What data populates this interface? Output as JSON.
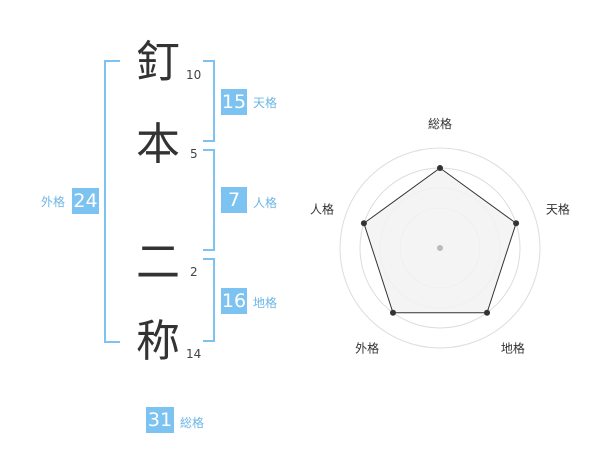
{
  "name_chars": [
    {
      "char": "釘",
      "strokes": "10"
    },
    {
      "char": "本",
      "strokes": "5"
    },
    {
      "char": "二",
      "strokes": "2"
    },
    {
      "char": "称",
      "strokes": "14"
    }
  ],
  "kaku": {
    "tenkaku": {
      "value": "15",
      "label": "天格"
    },
    "jinkaku": {
      "value": "7",
      "label": "人格"
    },
    "chikaku": {
      "value": "16",
      "label": "地格"
    },
    "gaikaku": {
      "value": "24",
      "label": "外格"
    },
    "soukaku": {
      "value": "31",
      "label": "総格"
    }
  },
  "chart_data": {
    "type": "radar",
    "axes": [
      "総格",
      "天格",
      "地格",
      "外格",
      "人格"
    ],
    "values": [
      4,
      4,
      4,
      4,
      4
    ],
    "max": 5,
    "colors": {
      "fill": "#f2f2f2",
      "line": "#333333",
      "grid": "#dddddd",
      "center": "#bbbbbb"
    }
  }
}
